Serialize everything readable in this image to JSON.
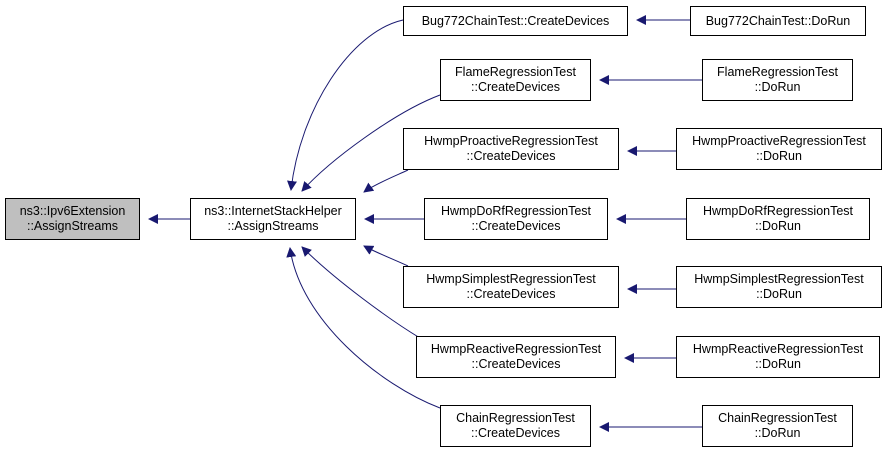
{
  "diagram": {
    "colors": {
      "edge": "#191970",
      "focus_fill": "#bfbfbf",
      "node_border": "#000000"
    },
    "focus": {
      "line1": "ns3::Ipv6Extension",
      "line2": "::AssignStreams"
    },
    "helper": {
      "line1": "ns3::InternetStackHelper",
      "line2": "::AssignStreams"
    },
    "create_devices": [
      {
        "line1": "Bug772ChainTest::CreateDevices",
        "line2": ""
      },
      {
        "line1": "FlameRegressionTest",
        "line2": "::CreateDevices"
      },
      {
        "line1": "HwmpProactiveRegressionTest",
        "line2": "::CreateDevices"
      },
      {
        "line1": "HwmpDoRfRegressionTest",
        "line2": "::CreateDevices"
      },
      {
        "line1": "HwmpSimplestRegressionTest",
        "line2": "::CreateDevices"
      },
      {
        "line1": "HwmpReactiveRegressionTest",
        "line2": "::CreateDevices"
      },
      {
        "line1": "ChainRegressionTest",
        "line2": "::CreateDevices"
      }
    ],
    "do_run": [
      {
        "line1": "Bug772ChainTest::DoRun",
        "line2": ""
      },
      {
        "line1": "FlameRegressionTest",
        "line2": "::DoRun"
      },
      {
        "line1": "HwmpProactiveRegressionTest",
        "line2": "::DoRun"
      },
      {
        "line1": "HwmpDoRfRegressionTest",
        "line2": "::DoRun"
      },
      {
        "line1": "HwmpSimplestRegressionTest",
        "line2": "::DoRun"
      },
      {
        "line1": "HwmpReactiveRegressionTest",
        "line2": "::DoRun"
      },
      {
        "line1": "ChainRegressionTest",
        "line2": "::DoRun"
      }
    ]
  }
}
